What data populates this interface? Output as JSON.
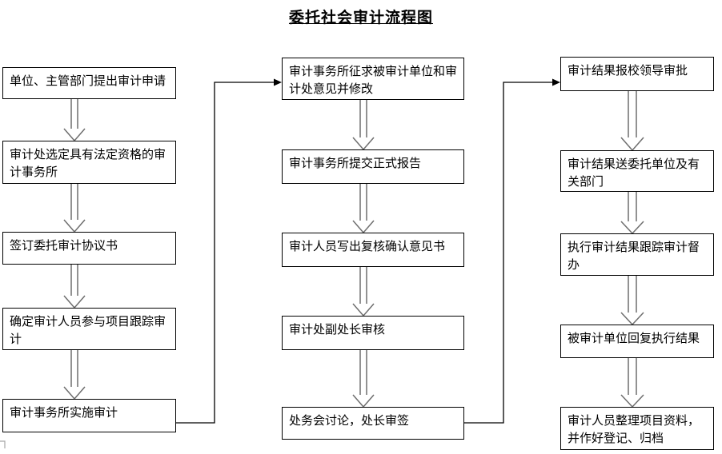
{
  "title": "委托社会审计流程图",
  "flowchart": {
    "columns": [
      {
        "id": "left",
        "steps": [
          "单位、主管部门提出审计申请",
          "审计处选定具有法定资格的审计事务所",
          "签订委托审计协议书",
          "确定审计人员参与项目跟踪审计",
          "审计事务所实施审计"
        ]
      },
      {
        "id": "middle",
        "steps": [
          "审计事务所征求被审计单位和审计处意见并修改",
          "审计事务所提交正式报告",
          "审计人员写出复核确认意见书",
          "审计处副处长审核",
          "处务会讨论，处长审签"
        ]
      },
      {
        "id": "right",
        "steps": [
          "审计结果报校领导审批",
          "审计结果送委托单位及有关部门",
          "执行审计结果跟踪审计督办",
          "被审计单位回复执行结果",
          "审计人员整理项目资料，并作好登记、归档"
        ]
      }
    ],
    "edges": {
      "within_columns": "each step flows to the next step below via a hollow double-line down arrow",
      "cross_links": [
        {
          "from": "left.step5",
          "to": "middle.step1"
        },
        {
          "from": "middle.step5",
          "to": "right.step1"
        }
      ]
    },
    "colors": {
      "background": "#ffffff",
      "box_border": "#000000",
      "text": "#000000",
      "double_arrow_outline": "#6e6e6e",
      "connector_line": "#000000"
    }
  }
}
